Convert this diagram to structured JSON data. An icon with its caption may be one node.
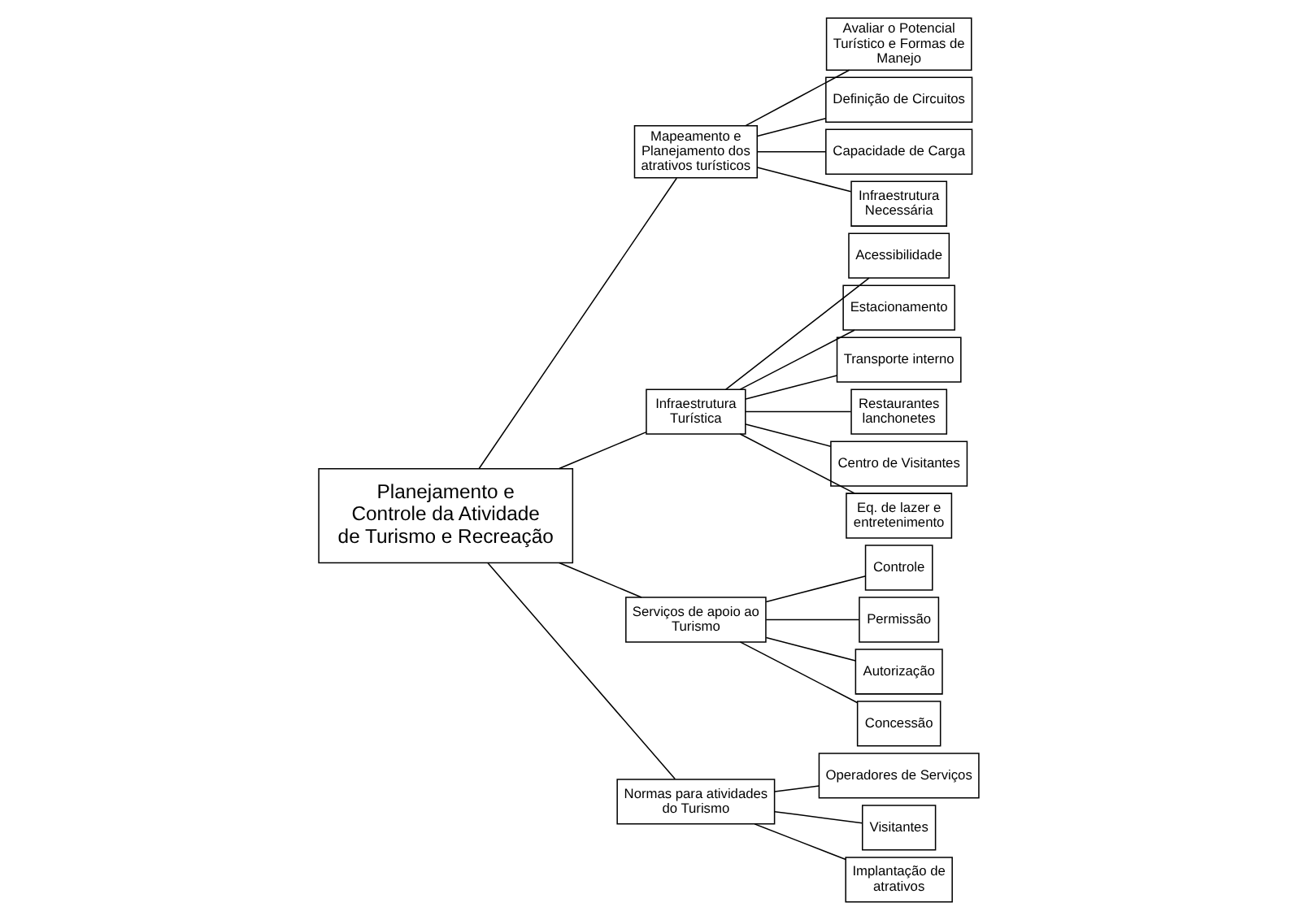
{
  "diagram": {
    "nodes": [
      {
        "text": [
          "Planejamento e Controle da Atividade  de Turismo e Recreação"
        ]
      },
      {
        "text": [
          "Mapeamento e Planejamento dos atrativos turísticos"
        ]
      },
      {
        "text": [
          "Avaliar o Potencial Turístico e Formas de Manejo"
        ]
      },
      {
        "text": [
          "Definição de Circuitos"
        ]
      },
      {
        "text": [
          "Capacidade de Carga"
        ]
      },
      {
        "text": [
          "Infraestrutura Necessária"
        ]
      },
      {
        "text": [
          "Infraestrutura  Turística"
        ]
      },
      {
        "text": [
          "Acessibilidade"
        ]
      },
      {
        "text": [
          "Estacionamento"
        ]
      },
      {
        "text": [
          "Transporte interno"
        ]
      },
      {
        "text": [
          "Restaurantes lanchonetes"
        ]
      },
      {
        "text": [
          "Centro de Visitantes"
        ]
      },
      {
        "text": [
          "Eq. de lazer e entretenimento"
        ]
      },
      {
        "text": [
          "Serviços de apoio ao Turismo"
        ]
      },
      {
        "text": [
          "Controle"
        ]
      },
      {
        "text": [
          "Permissão"
        ]
      },
      {
        "text": [
          "Autorização"
        ]
      },
      {
        "text": [
          "Concessão"
        ]
      },
      {
        "text": [
          "Normas para atividades do Turismo"
        ]
      },
      {
        "text": [
          "Operadores de Serviços"
        ]
      },
      {
        "text": [
          "Visitantes"
        ]
      },
      {
        "text": [
          "Implantação de atrativos"
        ]
      }
    ],
    "edges": [
      {
        "from": 0,
        "to": 1,
        "arrow": "none"
      },
      {
        "from": 0,
        "to": 6,
        "arrow": "none"
      },
      {
        "from": 0,
        "to": 13,
        "arrow": "none"
      },
      {
        "from": 0,
        "to": 18,
        "arrow": "none"
      },
      {
        "from": 1,
        "to": 2,
        "arrow": "none"
      },
      {
        "from": 1,
        "to": 3,
        "arrow": "none"
      },
      {
        "from": 1,
        "to": 4,
        "arrow": "none"
      },
      {
        "from": 1,
        "to": 5,
        "arrow": "none"
      },
      {
        "from": 6,
        "to": 7,
        "arrow": "none"
      },
      {
        "from": 6,
        "to": 8,
        "arrow": "none"
      },
      {
        "from": 6,
        "to": 9,
        "arrow": "none"
      },
      {
        "from": 6,
        "to": 10,
        "arrow": "none"
      },
      {
        "from": 6,
        "to": 11,
        "arrow": "none"
      },
      {
        "from": 6,
        "to": 12,
        "arrow": "none"
      },
      {
        "from": 13,
        "to": 14,
        "arrow": "none"
      },
      {
        "from": 13,
        "to": 15,
        "arrow": "none"
      },
      {
        "from": 13,
        "to": 16,
        "arrow": "none"
      },
      {
        "from": 13,
        "to": 17,
        "arrow": "none"
      },
      {
        "from": 18,
        "to": 19,
        "arrow": "none"
      },
      {
        "from": 18,
        "to": 20,
        "arrow": "none"
      },
      {
        "from": 18,
        "to": 21,
        "arrow": "none"
      }
    ]
  }
}
